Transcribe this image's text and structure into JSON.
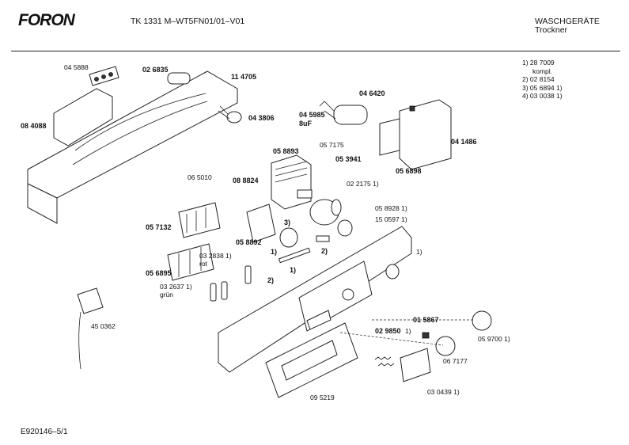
{
  "header": {
    "brand": "FORON",
    "model": "TK 1331 M–WT5FN01/01–V01",
    "category": "WASCHGERÄTE",
    "subcategory": "Trockner"
  },
  "notes": [
    "1)  28 7009",
    "kompl.",
    "2)  02 8154",
    "3)  05 6894 1)",
    "4)  03 0038 1)"
  ],
  "labels": {
    "p045888": "04 5888",
    "p026835": "02 6835",
    "p114705": "11 4705",
    "p084088": "08 4088",
    "p043806": "04 3806",
    "p046420": "04 6420",
    "p045985": "04 5985",
    "p8uf": "8uF",
    "p057175": "05 7175",
    "p041486": "04 1486",
    "p058893": "05 8893",
    "p053941": "05 3941",
    "p056898": "05 6898",
    "p065010": "06 5010",
    "p088824": "08 8824",
    "p022175": "02 2175 1)",
    "p058928": "05 8928 1)",
    "p150597": "15 0597 1)",
    "p057132": "05 7132",
    "p058892": "05 8892",
    "m3": "3)",
    "m1a": "1)",
    "m2a": "2)",
    "m1b": "1)",
    "m1c": "1)",
    "m2b": "2)",
    "p032838": "03 2838 1)",
    "rot": "rot",
    "p056895": "05 6895",
    "p032637": "03 2637 1)",
    "gruen": "grün",
    "p450362": "45 0362",
    "p015867": "01 5867",
    "p029850": "02 9850",
    "m1d": "1)",
    "p059700": "05 9700 1)",
    "p067177": "06 7177",
    "p030439": "03 0439 1)",
    "p095219": "09 5219"
  },
  "footer": "E920146–5/1"
}
